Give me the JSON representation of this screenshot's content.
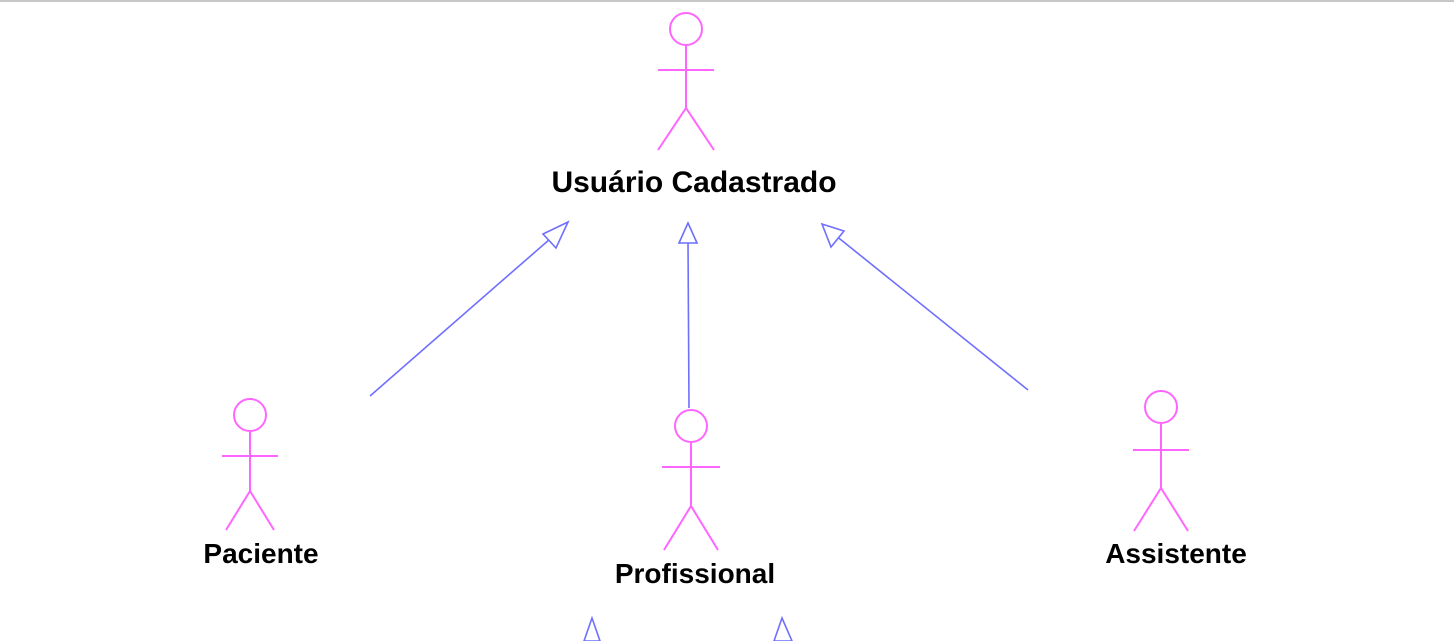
{
  "diagram": {
    "type": "uml-use-case-actor-generalization",
    "colors": {
      "actor": "#ff66ff",
      "generalization": "#6f6fff",
      "label": "#000000"
    },
    "actors": {
      "usuario_cadastrado": {
        "label": "Usuário Cadastrado"
      },
      "paciente": {
        "label": "Paciente"
      },
      "profissional": {
        "label": "Profissional"
      },
      "assistente": {
        "label": "Assistente"
      }
    },
    "relations": [
      {
        "from": "Paciente",
        "to": "Usuário Cadastrado",
        "kind": "generalization"
      },
      {
        "from": "Profissional",
        "to": "Usuário Cadastrado",
        "kind": "generalization"
      },
      {
        "from": "Assistente",
        "to": "Usuário Cadastrado",
        "kind": "generalization"
      }
    ]
  }
}
